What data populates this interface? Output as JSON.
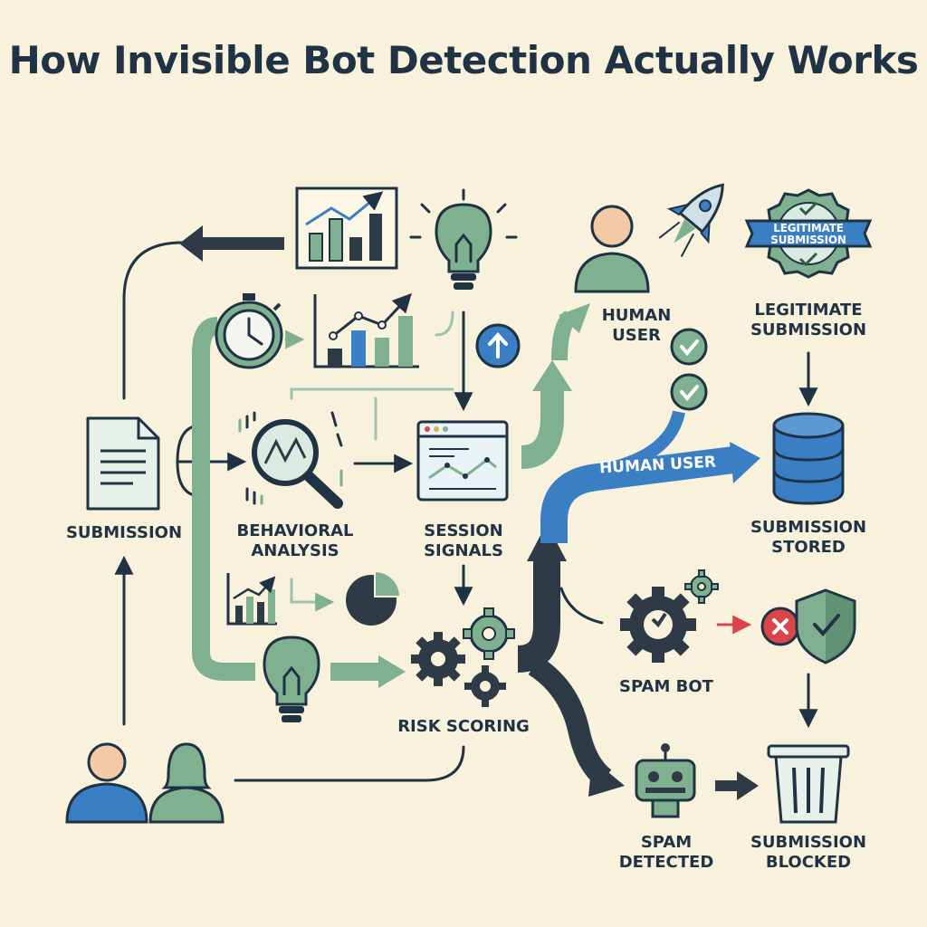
{
  "title": "How Invisible Bot Detection Actually Works",
  "colors": {
    "navy": "#1f3344",
    "green": "#7fb08f",
    "green_dark": "#2f5d45",
    "blue": "#3a7fc4",
    "red": "#d9454a",
    "background": "#f8f1dc"
  },
  "labels": {
    "submission": "SUBMISSION",
    "behavioral_analysis": "BEHAVIORAL\nANALYSIS",
    "session_signals": "SESSION\nSIGNALS",
    "risk_scoring": "RISK SCORING",
    "human_user_top": "HUMAN\nUSER",
    "human_user_path": "HUMAN USER",
    "legitimate_submission": "LEGITIMATE\nSUBMISSION",
    "badge_text": "LEGITIMATE\nSUBMISSION",
    "submission_stored": "SUBMISSION\nSTORED",
    "spam_bot": "SPAM BOT",
    "spam_detected": "SPAM\nDETECTED",
    "submission_blocked": "SUBMISSION\nBLOCKED"
  },
  "icons": [
    "document-icon",
    "stopwatch-icon",
    "bar-chart-icon",
    "lightbulb-icon",
    "magnifier-icon",
    "browser-window-icon",
    "gears-icon",
    "pie-chart-icon",
    "users-icon",
    "person-icon",
    "rocket-icon",
    "badge-icon",
    "checkmark-icon",
    "database-icon",
    "error-x-icon",
    "shield-check-icon",
    "robot-icon",
    "trash-icon",
    "up-arrow-icon"
  ]
}
